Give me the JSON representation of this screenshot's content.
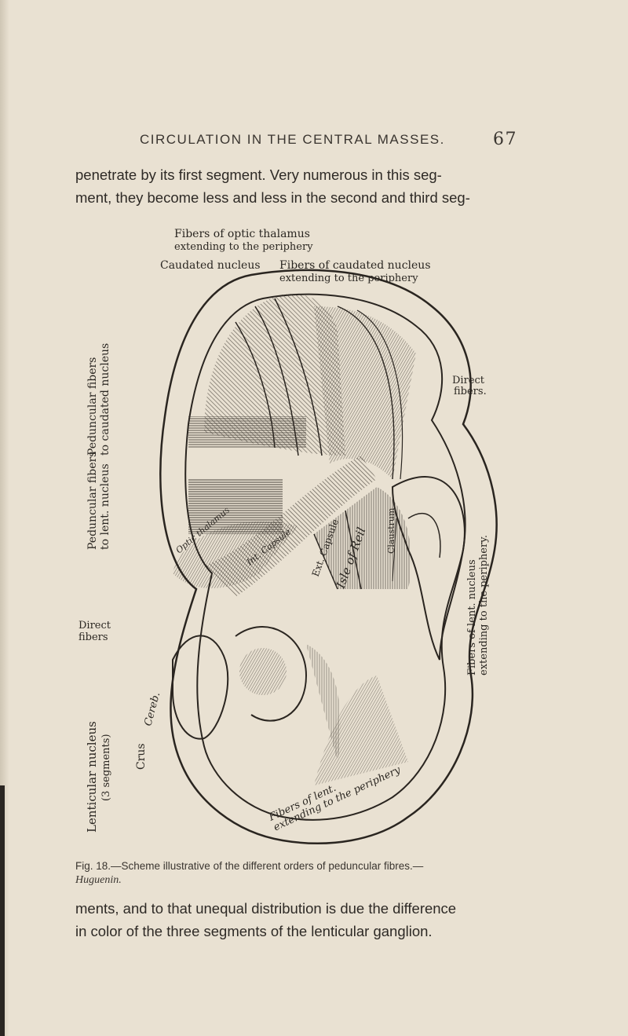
{
  "header": {
    "running_title": "CIRCULATION IN THE CENTRAL MASSES.",
    "page_number": "67"
  },
  "paragraph_top": {
    "lines": [
      "penetrate by its first segment. Very numerous in this seg-",
      "ment, they become less and less in the second and third seg-"
    ]
  },
  "figure": {
    "labels": {
      "optic_fibers_1": "Fibers of optic thalamus",
      "optic_fibers_2": "extending to the periphery",
      "caudated_nucleus": "Caudated nucleus",
      "caudated_fibers_1": "Fibers of caudated nucleus",
      "caudated_fibers_2": "extending to the periphery",
      "direct_fibers_right_1": "Direct",
      "direct_fibers_right_2": "fibers.",
      "peduncular_caudated_1": "Peduncular fibers",
      "peduncular_caudated_2": "to caudated nucleus",
      "peduncular_lent_1": "Peduncular fibers",
      "peduncular_lent_2": "to lent. nucleus",
      "direct_fibers_left_1": "Direct",
      "direct_fibers_left_2": "fibers",
      "lenticular_nucleus_1": "Lenticular nucleus",
      "lenticular_nucleus_2": "(3 segments)",
      "crus": "Crus",
      "cereb": "Cereb.",
      "isle_of_reil": "Isle of Reil",
      "ext_capsule": "Ext. Capsule",
      "int_capsule": "Int. Capsule",
      "optic_thalamus": "Optic thalamus",
      "claustrum": "Claustrum",
      "fibers_lent_right_1": "Fibers of lent. nucleus",
      "fibers_lent_right_2": "extending to the periphery.",
      "bottom_fibers_1": "Fibers of lent.",
      "bottom_fibers_2": "extending to the periphery"
    }
  },
  "caption": {
    "text": "Fig. 18.—Scheme illustrative of the different orders of peduncular fibres.—",
    "attribution": "Huguenin."
  },
  "paragraph_bottom": {
    "lines": [
      "ments, and to that unequal distribution is due the difference",
      "in color of the three segments of the lenticular ganglion."
    ]
  }
}
